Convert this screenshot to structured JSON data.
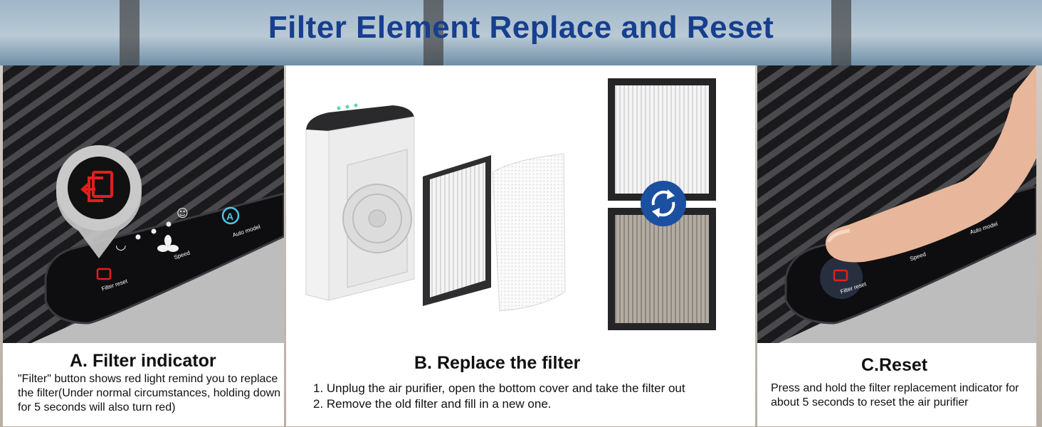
{
  "title": "Filter Element Replace and Reset",
  "panels": {
    "a": {
      "heading": "A. Filter indicator",
      "text": "\"Filter\" button shows red light remind you to replace the filter(Under normal circumstances, holding down for 5 seconds will also turn red)",
      "labels": {
        "filter_reset": "Filter reset",
        "speed": "Speed",
        "auto_mode": "Auto model"
      }
    },
    "b": {
      "heading": "B. Replace the filter",
      "steps": [
        "1. Unplug the air purifier, open the bottom cover and take the filter out",
        "2. Remove the old filter and fill in a new one."
      ]
    },
    "c": {
      "heading": "C.Reset",
      "text": "Press and hold the filter replacement indicator for about 5 seconds to reset the air purifier",
      "labels": {
        "filter_reset": "Filter reset",
        "speed": "Speed",
        "auto_mode": "Auto model"
      }
    }
  },
  "colors": {
    "title": "#173f8f",
    "indicator_red": "#e0201c",
    "swap_circle": "#1b4fa0"
  }
}
